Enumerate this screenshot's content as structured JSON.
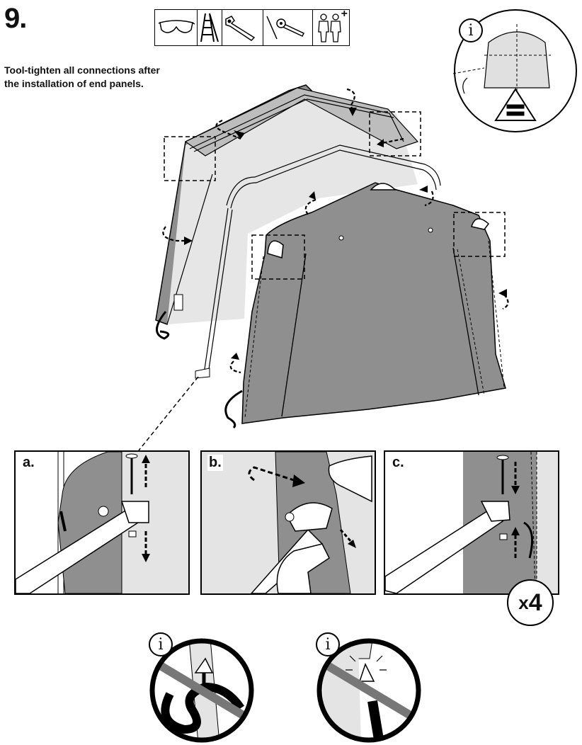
{
  "step": {
    "number": "9."
  },
  "instruction": {
    "text": "Tool-tighten all connections after the installation of end panels."
  },
  "tools": [
    {
      "icon": "safety-glasses-icon"
    },
    {
      "icon": "ladder-icon"
    },
    {
      "icon": "adjustable-wrench-icon"
    },
    {
      "icon": "socket-wrench-icon"
    },
    {
      "icon": "two-person-icon",
      "badge": "+"
    }
  ],
  "info_symbol": "i",
  "sub_steps": [
    {
      "letter": "a."
    },
    {
      "letter": "b."
    },
    {
      "letter": "c."
    }
  ],
  "multiplier": {
    "prefix": "x",
    "count": "4"
  },
  "colors": {
    "cover_dark": "#8f8f8f",
    "cover_light": "#e4e4e4",
    "frame": "#ffffff",
    "line": "#000000"
  }
}
